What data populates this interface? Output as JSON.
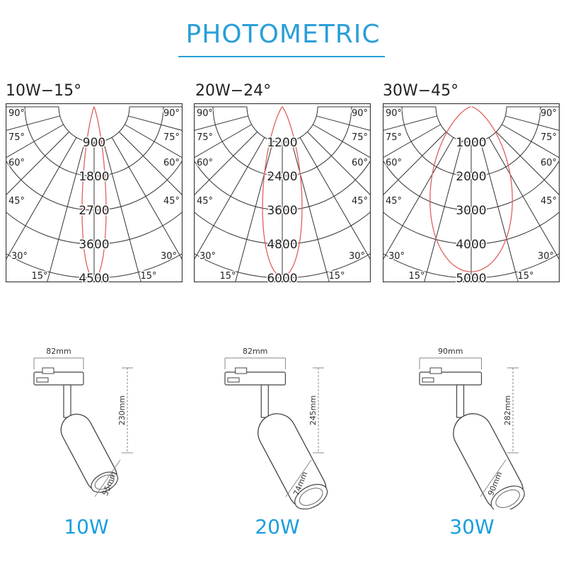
{
  "header": {
    "title": "PHOTOMETRIC"
  },
  "polar_panels": [
    {
      "label": "10W−15°",
      "rings": [
        "900",
        "1800",
        "2700",
        "3600",
        "4500"
      ],
      "beam_half_angle_deg": 7.5
    },
    {
      "label": "20W−24°",
      "rings": [
        "1200",
        "2400",
        "3600",
        "4800",
        "6000"
      ],
      "beam_half_angle_deg": 12
    },
    {
      "label": "30W−45°",
      "rings": [
        "1000",
        "2000",
        "3000",
        "4000",
        "5000"
      ],
      "beam_half_angle_deg": 22.5
    }
  ],
  "angle_labels": {
    "a90": "90°",
    "a75": "75°",
    "a60": "60°",
    "a45": "45°",
    "a30": "30°",
    "a15": "15°"
  },
  "fixtures": [
    {
      "watt": "10W",
      "width": "82mm",
      "height": "230mm",
      "diameter": "55mm"
    },
    {
      "watt": "20W",
      "width": "82mm",
      "height": "245mm",
      "diameter": "74mm"
    },
    {
      "watt": "30W",
      "width": "90mm",
      "height": "282mm",
      "diameter": "90mm"
    }
  ],
  "colors": {
    "accent": "#2a9fd8",
    "curve": "#e0605a",
    "grid": "#333333"
  }
}
